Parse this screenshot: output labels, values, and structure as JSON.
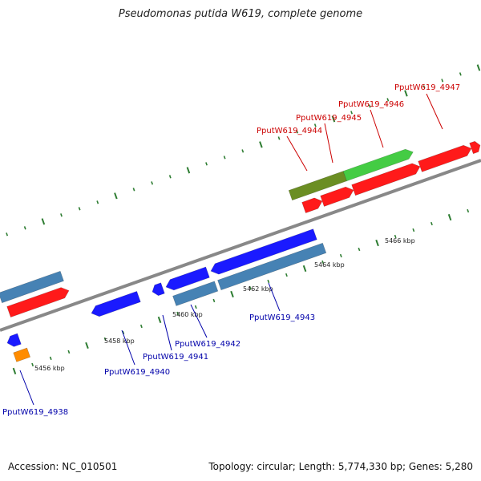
{
  "title": "Pseudomonas putida W619, complete genome",
  "footer": {
    "accession": "Accession: NC_010501",
    "topology": "Topology: circular; Length: 5,774,330 bp; Genes: 5,280"
  },
  "colors": {
    "backbone": "#888888",
    "tick": "#2e7d32",
    "forward_cds": "#ff1a1a",
    "reverse_cds": "#1a1aff",
    "forward_rna": "#44cc44",
    "forward_other": "#6b8e23",
    "reverse_other": "#4682b4",
    "reverse_misc": "#ff8c00",
    "label_forward": "#cc0000",
    "label_reverse": "#0000aa"
  },
  "scale_labels": [
    "5456 kbp",
    "5458 kbp",
    "5460 kbp",
    "5462 kbp",
    "5464 kbp",
    "5466 kbp"
  ],
  "gene_labels_forward": [
    "PputW619_4944",
    "PputW619_4945",
    "PputW619_4946",
    "PputW619_4947"
  ],
  "gene_labels_reverse": [
    "PputW619_4938",
    "PputW619_4940",
    "PputW619_4941",
    "PputW619_4942",
    "PputW619_4943"
  ]
}
